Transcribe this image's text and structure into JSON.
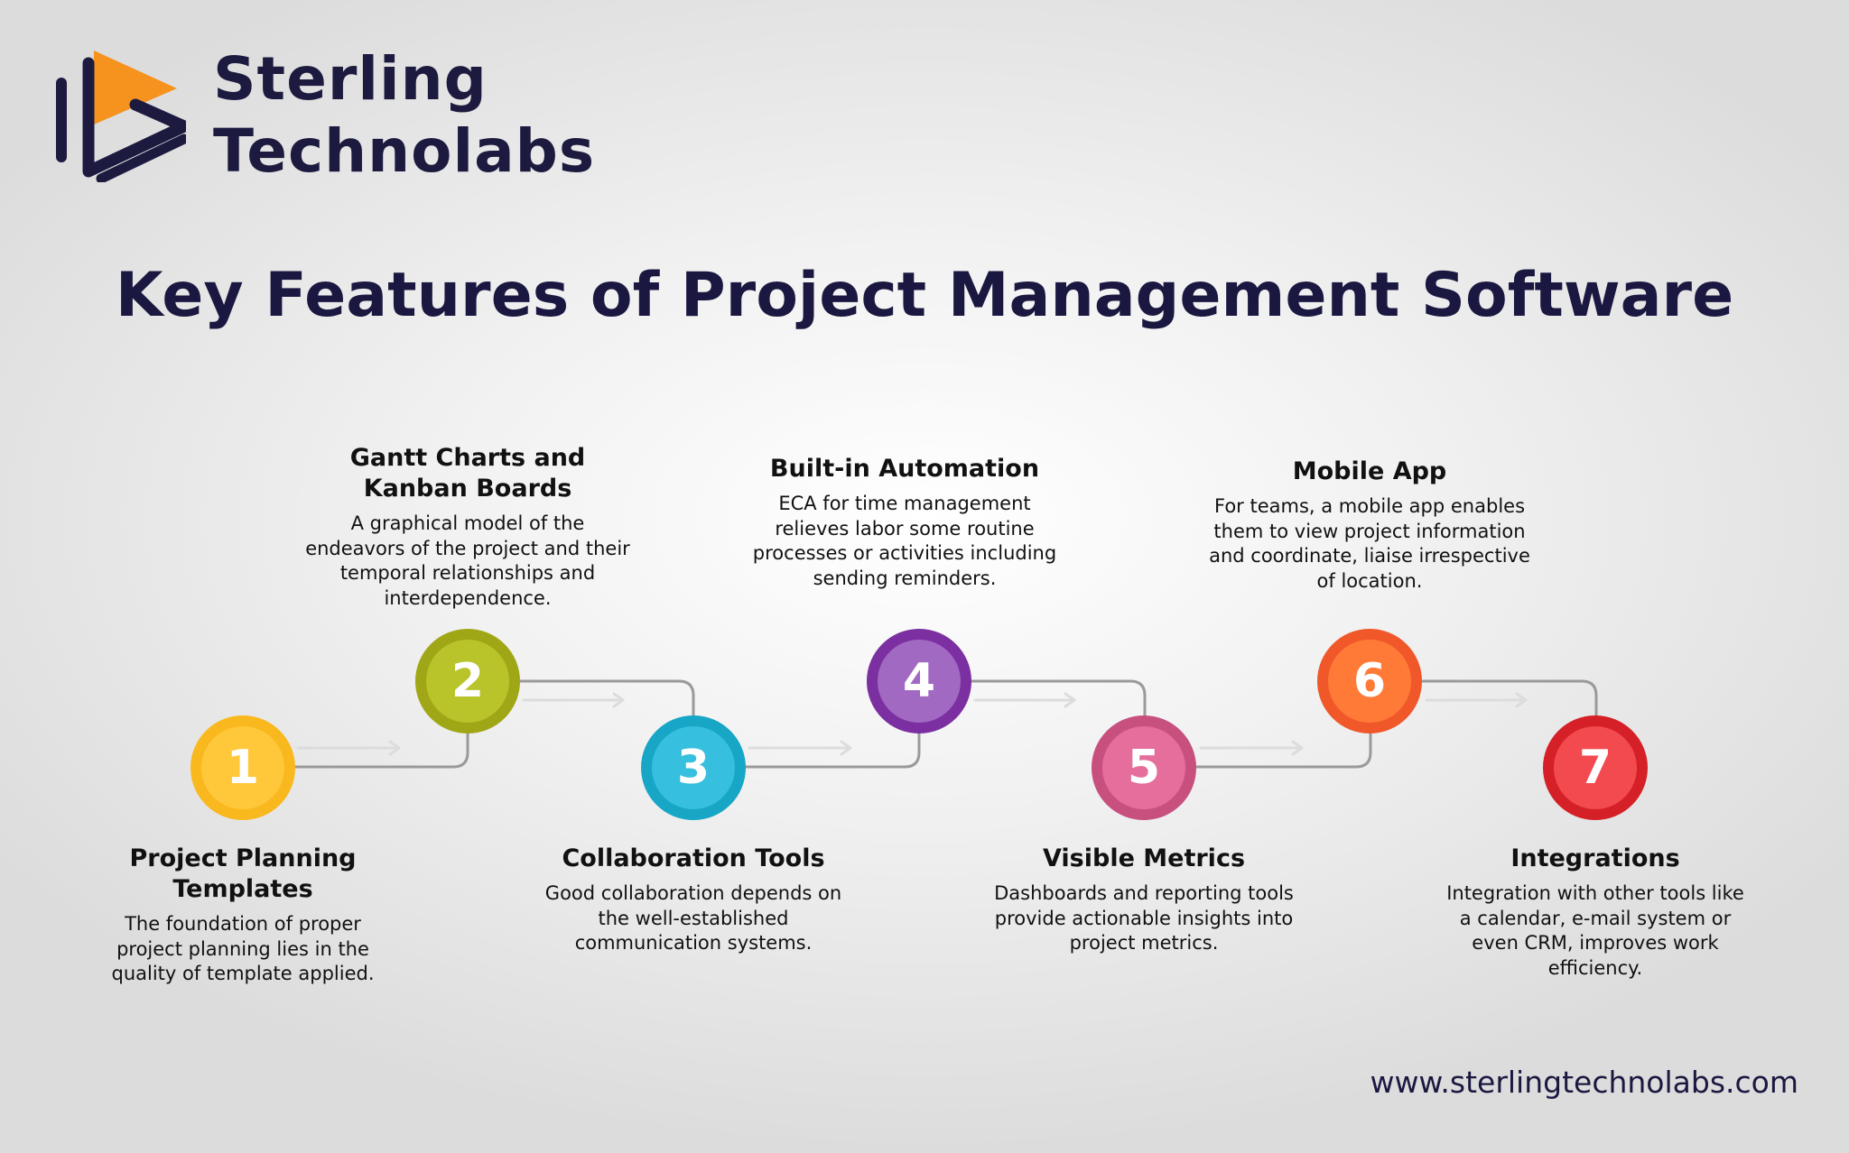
{
  "brand": {
    "line1": "Sterling",
    "line2": "Technolabs"
  },
  "title": "Key Features of Project Management Software",
  "steps": [
    {
      "number": "1",
      "title": "Project Planning Templates",
      "title_line1": "Project Planning",
      "title_line2": "Templates",
      "desc": "The foundation of proper project planning lies in the quality of template applied.",
      "color": "#f9b81d",
      "inner": "#ffc83a"
    },
    {
      "number": "2",
      "title": "Gantt Charts and Kanban Boards",
      "title_line1": "Gantt Charts and",
      "title_line2": "Kanban Boards",
      "desc": "A graphical model of the endeavors of the project and their temporal relationships and interdependence.",
      "color": "#a0a716",
      "inner": "#b9c32a"
    },
    {
      "number": "3",
      "title": "Collaboration Tools",
      "title_line1": "Collaboration Tools",
      "title_line2": "",
      "desc": "Good collaboration depends on the well-established communication systems.",
      "color": "#17a6c6",
      "inner": "#37bfdf"
    },
    {
      "number": "4",
      "title": "Built-in Automation",
      "title_line1": "Built-in Automation",
      "title_line2": "",
      "desc": "ECA for time management relieves labor some routine processes or activities including sending reminders.",
      "color": "#7b2fa0",
      "inner": "#a169c2"
    },
    {
      "number": "5",
      "title": "Visible Metrics",
      "title_line1": "Visible Metrics",
      "title_line2": "",
      "desc": "Dashboards and reporting tools provide actionable insights into project metrics.",
      "color": "#c8507f",
      "inner": "#e56e9c"
    },
    {
      "number": "6",
      "title": "Mobile App",
      "title_line1": "Mobile App",
      "title_line2": "",
      "desc": "For teams, a mobile app enables them to view project information and coordinate, liaise irrespective of location.",
      "color": "#f0582a",
      "inner": "#ff7a37"
    },
    {
      "number": "7",
      "title": "Integrations",
      "title_line1": "Integrations",
      "title_line2": "",
      "desc": "Integration with other tools like a calendar, e-mail system or even CRM, improves work efficiency.",
      "color": "#d42026",
      "inner": "#f24a4f"
    }
  ],
  "website": "www.sterlingtechnolabs.com",
  "colors": {
    "navy": "#1c1a3f",
    "orange": "#f6931e",
    "connector": "#9a9a9a"
  }
}
